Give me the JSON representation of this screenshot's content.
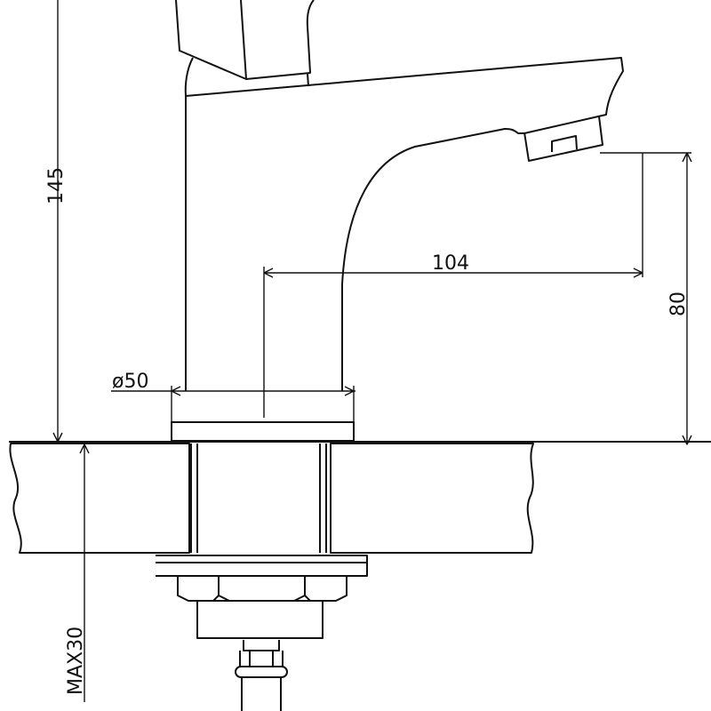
{
  "dimensions": {
    "total_height": "145",
    "spout_reach": "104",
    "spout_height": "80",
    "base_diameter": "ø50",
    "max_counter_thickness": "MAX30"
  },
  "colors": {
    "line": "#111111",
    "background": "#ffffff"
  }
}
